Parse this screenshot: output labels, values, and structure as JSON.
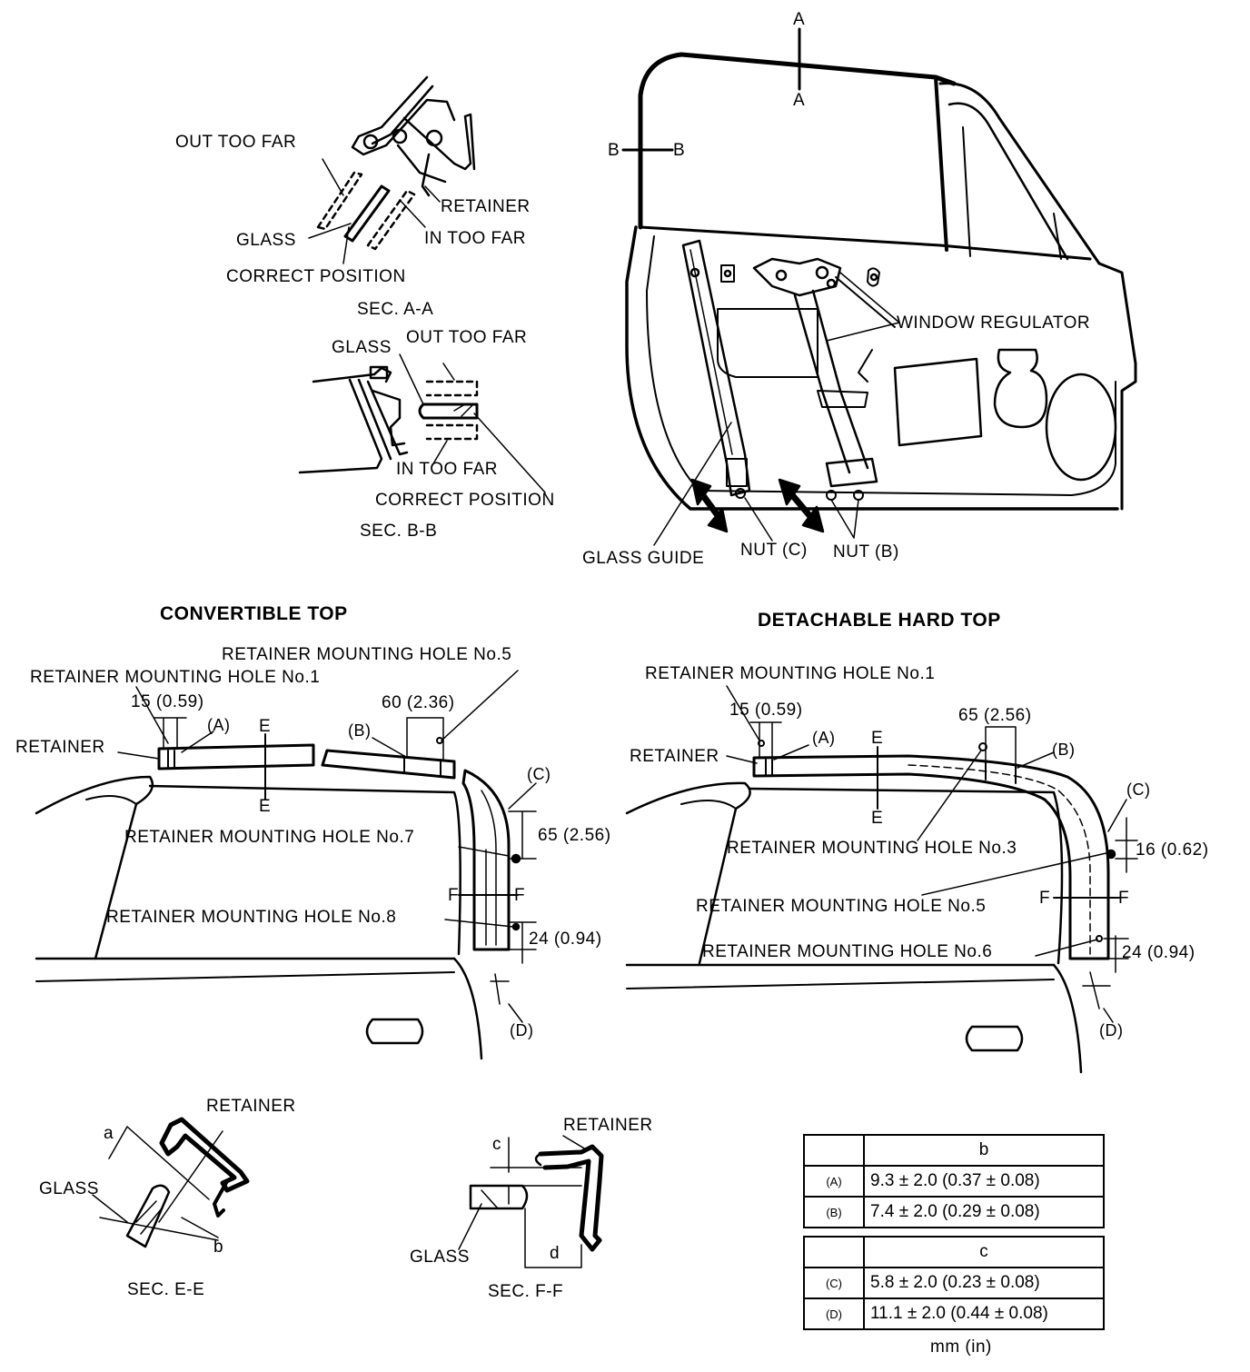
{
  "sec_aa": {
    "out_too_far": "OUT TOO FAR",
    "retainer": "RETAINER",
    "glass": "GLASS",
    "in_too_far": "IN TOO FAR",
    "correct_position": "CORRECT POSITION",
    "title": "SEC. A-A"
  },
  "sec_bb": {
    "glass": "GLASS",
    "out_too_far": "OUT TOO FAR",
    "in_too_far": "IN TOO FAR",
    "correct_position": "CORRECT POSITION",
    "title": "SEC. B-B"
  },
  "door": {
    "a_top": "A",
    "a_bottom": "A",
    "b_left": "B",
    "b_right": "B",
    "window_regulator": "WINDOW REGULATOR",
    "glass_guide": "GLASS GUIDE",
    "nut_c": "NUT (C)",
    "nut_b": "NUT (B)"
  },
  "convertible": {
    "heading": "CONVERTIBLE TOP",
    "hole5": "RETAINER MOUNTING HOLE No.5",
    "hole1": "RETAINER MOUNTING HOLE No.1",
    "dim_15": "15 (0.59)",
    "dim_60": "60 (2.36)",
    "retainer": "RETAINER",
    "mark_a": "(A)",
    "mark_b": "(B)",
    "mark_c": "(C)",
    "mark_d": "(D)",
    "e_top": "E",
    "e_bottom": "E",
    "hole7": "RETAINER MOUNTING HOLE No.7",
    "dim_65": "65 (2.56)",
    "f_left": "F",
    "f_right": "F",
    "hole8": "RETAINER MOUNTING HOLE No.8",
    "dim_24": "24 (0.94)"
  },
  "hardtop": {
    "heading": "DETACHABLE HARD TOP",
    "hole1": "RETAINER MOUNTING HOLE No.1",
    "dim_15": "15 (0.59)",
    "dim_65": "65 (2.56)",
    "retainer": "RETAINER",
    "mark_a": "(A)",
    "mark_b": "(B)",
    "mark_c": "(C)",
    "mark_d": "(D)",
    "e_top": "E",
    "e_bottom": "E",
    "hole3": "RETAINER MOUNTING HOLE No.3",
    "dim_16": "16 (0.62)",
    "f_left": "F",
    "f_right": "F",
    "hole5": "RETAINER MOUNTING HOLE No.5",
    "hole6": "RETAINER MOUNTING HOLE No.6",
    "dim_24": "24 (0.94)"
  },
  "sec_ee": {
    "retainer": "RETAINER",
    "a": "a",
    "glass": "GLASS",
    "b": "b",
    "title": "SEC. E-E"
  },
  "sec_ff": {
    "c": "c",
    "retainer": "RETAINER",
    "glass": "GLASS",
    "d": "d",
    "title": "SEC. F-F"
  },
  "table_b": {
    "header": "b",
    "rows": [
      {
        "key": "(A)",
        "value": "9.3 ± 2.0 (0.37 ± 0.08)"
      },
      {
        "key": "(B)",
        "value": "7.4 ± 2.0 (0.29 ± 0.08)"
      }
    ]
  },
  "table_c": {
    "header": "c",
    "rows": [
      {
        "key": "(C)",
        "value": "5.8 ± 2.0 (0.23 ± 0.08)"
      },
      {
        "key": "(D)",
        "value": "11.1 ± 2.0 (0.44 ± 0.08)"
      }
    ]
  },
  "units": "mm (in)"
}
